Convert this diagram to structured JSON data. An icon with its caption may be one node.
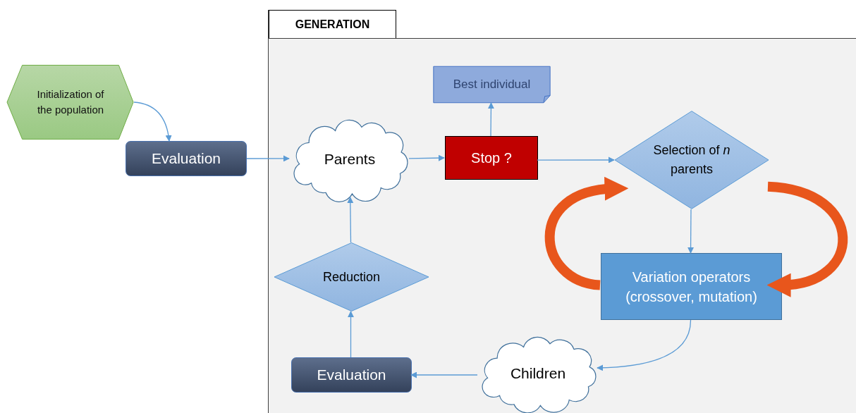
{
  "diagram": {
    "nodes": [
      {
        "text": [
          "GENERATION"
        ]
      },
      {
        "text": [
          "Initialization of the population"
        ]
      },
      {
        "text": [
          "Evaluation"
        ]
      },
      {
        "text": [
          "Parents"
        ],
        "in": 0
      },
      {
        "text": [
          "Best individual"
        ],
        "in": 0
      },
      {
        "text": [
          "Stop ?"
        ],
        "in": 0
      },
      {
        "text": [
          "Selection of *n* parents"
        ],
        "in": 0
      },
      {
        "text": [
          "Variation operators (crossover, mutation)"
        ],
        "in": 0
      },
      {
        "text": [
          "Children"
        ],
        "in": 0
      },
      {
        "text": [
          "Evaluation"
        ],
        "in": 0
      },
      {
        "text": [
          "Reduction"
        ],
        "in": 0
      }
    ],
    "edges": [
      {
        "from": 1,
        "to": 2,
        "arrow": "to"
      },
      {
        "from": 2,
        "to": 3,
        "arrow": "to"
      },
      {
        "from": 3,
        "to": 5,
        "arrow": "to"
      },
      {
        "from": 5,
        "to": 4,
        "arrow": "to"
      },
      {
        "from": 5,
        "to": 6,
        "arrow": "to"
      },
      {
        "from": 6,
        "to": 7,
        "arrow": "to"
      },
      {
        "from": 7,
        "to": 8,
        "arrow": "to"
      },
      {
        "from": 8,
        "to": 9,
        "arrow": "to"
      },
      {
        "from": 9,
        "to": 10,
        "arrow": "to"
      },
      {
        "from": 10,
        "to": 3,
        "arrow": "to"
      },
      {
        "from": 7,
        "to": 6,
        "arrow": "to",
        "style": "thick",
        "color": "#e8561c"
      },
      {
        "from": 6,
        "to": 7,
        "arrow": "to",
        "style": "thick",
        "color": "#e8561c"
      }
    ]
  }
}
